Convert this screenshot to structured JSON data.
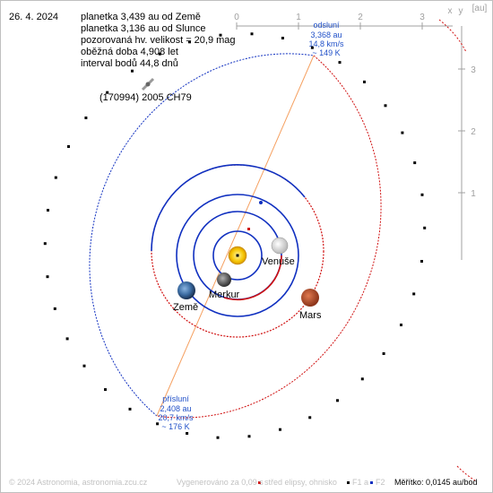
{
  "date": "26. 4. 2024",
  "info": [
    "planetka 3,439 au od Země",
    "planetka 3,136 au od Slunce",
    "pozorovaná hv. velikost = 20,9 mag",
    "oběžná doba 4,908 let",
    "interval bodů 44,8 dnů"
  ],
  "asteroid_label": "(170994) 2005 CH79",
  "axes": {
    "unit_label": "[au]",
    "x_label": "x",
    "y_label": "y",
    "x_ticks": [
      "0",
      "1",
      "2",
      "3"
    ],
    "y_ticks": [
      "3",
      "2",
      "1"
    ]
  },
  "aphelion": {
    "title": "odsluní",
    "distance": "3,368 au",
    "speed": "14,8 km/s",
    "temp": "~ 149 K"
  },
  "perihelion": {
    "title": "přísluní",
    "distance": "2,408 au",
    "speed": "20,7 km/s",
    "temp": "~ 176 K"
  },
  "planets": {
    "mercury": "Merkur",
    "venus": "Venuše",
    "earth": "Země",
    "mars": "Mars"
  },
  "footer": {
    "copyright": "© 2024 Astronomia, astronomia.zcu.cz",
    "generated": "Vygenerováno za 0,09 s",
    "ellipse_center": "střed elipsy, ohnisko",
    "f1_label": "F1 a",
    "f2_label": "F2",
    "scale": "Měřítko: 0,0145 au/bod"
  },
  "colors": {
    "orbit_red": "#d01010",
    "orbit_blue": "#1030c0",
    "apsis_line": "#f5a060",
    "label_blue": "#2050c8",
    "axis_grey": "#a0a0a0"
  }
}
